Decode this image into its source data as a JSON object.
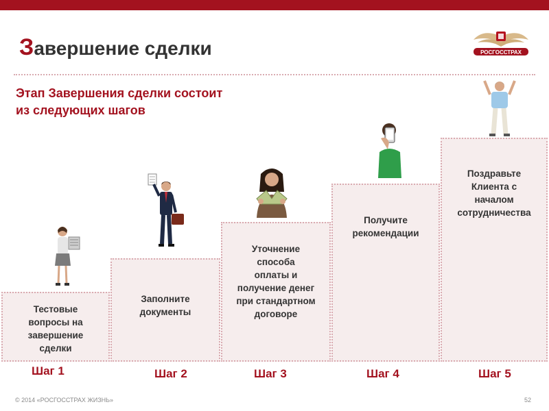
{
  "header": {
    "title_first_letter": "З",
    "title_rest": "авершение сделки",
    "subtitle_line1": "Этап Завершения сделки состоит",
    "subtitle_line2": "из следующих шагов",
    "logo_text": "РОСГОССТРАХ"
  },
  "steps": [
    {
      "label": "Шаг 1",
      "text_lines": [
        "Тестовые",
        "вопросы на",
        "завершение",
        "сделки"
      ]
    },
    {
      "label": "Шаг 2",
      "text_lines": [
        "Заполните",
        "документы"
      ]
    },
    {
      "label": "Шаг 3",
      "text_lines": [
        "Уточнение",
        "способа",
        "оплаты и",
        "получение денег",
        "при стандартном",
        "договоре"
      ]
    },
    {
      "label": "Шаг 4",
      "text_lines": [
        "Получите",
        "рекомендации"
      ]
    },
    {
      "label": "Шаг 5",
      "text_lines": [
        "Поздравьте",
        "Клиента с",
        "началом",
        "сотрудничества"
      ]
    }
  ],
  "footer": {
    "copyright": "© 2014 «РОСГОССТРАХ ЖИЗНЬ»",
    "page_number": "52"
  },
  "colors": {
    "brand_red": "#a3121f",
    "step_fill": "#f6eded",
    "dotted_border": "#d9aab0"
  }
}
